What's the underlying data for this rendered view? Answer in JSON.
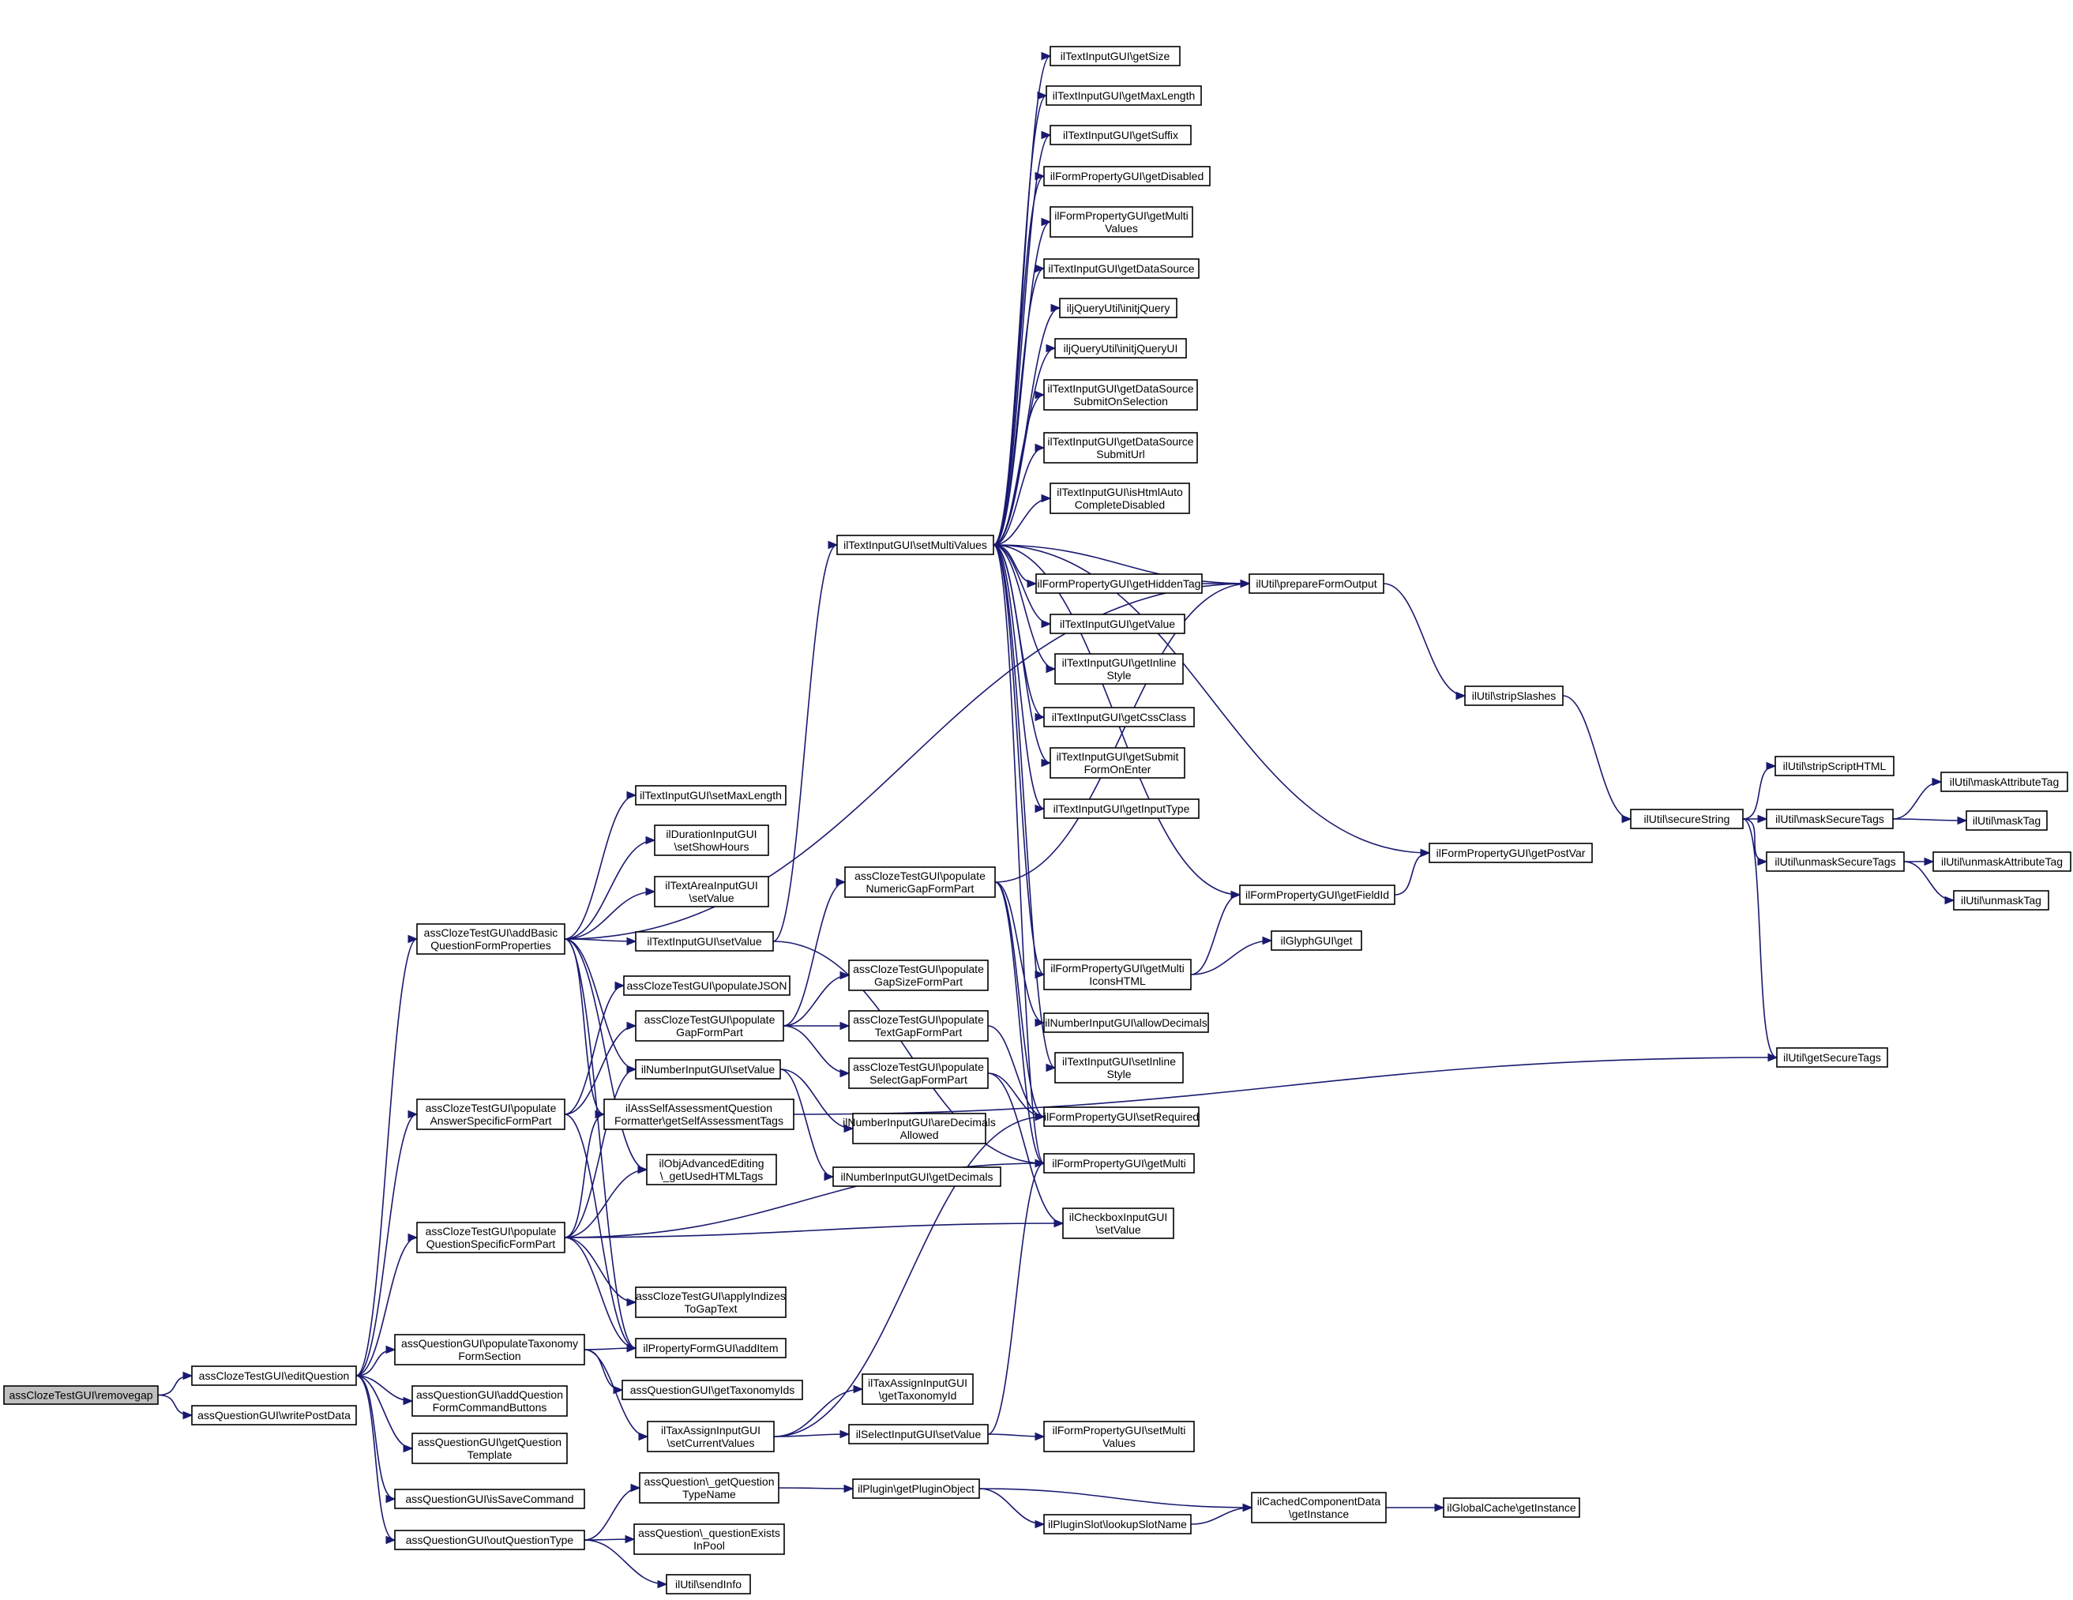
{
  "nodes": [
    {
      "id": "removegap",
      "lines": [
        "assClozeTestGUI\\removegap"
      ],
      "root": true
    },
    {
      "id": "editQuestion",
      "lines": [
        "assClozeTestGUI\\editQuestion"
      ]
    },
    {
      "id": "writePostData",
      "lines": [
        "assQuestionGUI\\writePostData"
      ]
    },
    {
      "id": "addBasic",
      "lines": [
        "assClozeTestGUI\\addBasic",
        "QuestionFormProperties"
      ]
    },
    {
      "id": "populateAnswer",
      "lines": [
        "assClozeTestGUI\\populate",
        "AnswerSpecificFormPart"
      ]
    },
    {
      "id": "populateQuestion",
      "lines": [
        "assClozeTestGUI\\populate",
        "QuestionSpecificFormPart"
      ]
    },
    {
      "id": "populateTaxonomy",
      "lines": [
        "assQuestionGUI\\populateTaxonomy",
        "FormSection"
      ]
    },
    {
      "id": "addQuestionFormCommand",
      "lines": [
        "assQuestionGUI\\addQuestion",
        "FormCommandButtons"
      ]
    },
    {
      "id": "getQuestionTemplate",
      "lines": [
        "assQuestionGUI\\getQuestion",
        "Template"
      ]
    },
    {
      "id": "isSaveCommand",
      "lines": [
        "assQuestionGUI\\isSaveCommand"
      ]
    },
    {
      "id": "outQuestionType",
      "lines": [
        "assQuestionGUI\\outQuestionType"
      ]
    },
    {
      "id": "tiSetMaxLength",
      "lines": [
        "ilTextInputGUI\\setMaxLength"
      ]
    },
    {
      "id": "durSetShowHours",
      "lines": [
        "ilDurationInputGUI",
        "\\setShowHours"
      ]
    },
    {
      "id": "taSetValue",
      "lines": [
        "ilTextAreaInputGUI",
        "\\setValue"
      ]
    },
    {
      "id": "tiSetValue",
      "lines": [
        "ilTextInputGUI\\setValue"
      ]
    },
    {
      "id": "populateJSON",
      "lines": [
        "assClozeTestGUI\\populateJSON"
      ]
    },
    {
      "id": "populateGapFormPart",
      "lines": [
        "assClozeTestGUI\\populate",
        "GapFormPart"
      ]
    },
    {
      "id": "numSetValue",
      "lines": [
        "ilNumberInputGUI\\setValue"
      ]
    },
    {
      "id": "selfAssessment",
      "lines": [
        "ilAssSelfAssessmentQuestion",
        "Formatter\\getSelfAssessmentTags"
      ]
    },
    {
      "id": "objAdvanced",
      "lines": [
        "ilObjAdvancedEditing",
        "\\_getUsedHTMLTags"
      ]
    },
    {
      "id": "applyIndizes",
      "lines": [
        "assClozeTestGUI\\applyIndizes",
        "ToGapText"
      ]
    },
    {
      "id": "addItem",
      "lines": [
        "ilPropertyFormGUI\\addItem"
      ]
    },
    {
      "id": "getTaxonomyIds",
      "lines": [
        "assQuestionGUI\\getTaxonomyIds"
      ]
    },
    {
      "id": "taxSetCurrent",
      "lines": [
        "ilTaxAssignInputGUI",
        "\\setCurrentValues"
      ]
    },
    {
      "id": "getQuestionTypeName",
      "lines": [
        "assQuestion\\_getQuestion",
        "TypeName"
      ]
    },
    {
      "id": "questionExistsInPool",
      "lines": [
        "assQuestion\\_questionExists",
        "InPool"
      ]
    },
    {
      "id": "sendInfo",
      "lines": [
        "ilUtil\\sendInfo"
      ]
    },
    {
      "id": "tiSetMultiValues",
      "lines": [
        "ilTextInputGUI\\setMultiValues"
      ]
    },
    {
      "id": "populateNumeric",
      "lines": [
        "assClozeTestGUI\\populate",
        "NumericGapFormPart"
      ]
    },
    {
      "id": "populateGapSize",
      "lines": [
        "assClozeTestGUI\\populate",
        "GapSizeFormPart"
      ]
    },
    {
      "id": "populateTextGap",
      "lines": [
        "assClozeTestGUI\\populate",
        "TextGapFormPart"
      ]
    },
    {
      "id": "populateSelectGap",
      "lines": [
        "assClozeTestGUI\\populate",
        "SelectGapFormPart"
      ]
    },
    {
      "id": "numAreDecimals",
      "lines": [
        "ilNumberInputGUI\\areDecimals",
        "Allowed"
      ]
    },
    {
      "id": "numGetDecimals",
      "lines": [
        "ilNumberInputGUI\\getDecimals"
      ]
    },
    {
      "id": "taxGetTaxonomyId",
      "lines": [
        "ilTaxAssignInputGUI",
        "\\getTaxonomyId"
      ]
    },
    {
      "id": "selectSetValue",
      "lines": [
        "ilSelectInputGUI\\setValue"
      ]
    },
    {
      "id": "pluginGetPluginObject",
      "lines": [
        "ilPlugin\\getPluginObject"
      ]
    },
    {
      "id": "pluginSlotLookup",
      "lines": [
        "ilPluginSlot\\lookupSlotName"
      ]
    },
    {
      "id": "tiGetSize",
      "lines": [
        "ilTextInputGUI\\getSize"
      ]
    },
    {
      "id": "tiGetMaxLength",
      "lines": [
        "ilTextInputGUI\\getMaxLength"
      ]
    },
    {
      "id": "tiGetSuffix",
      "lines": [
        "ilTextInputGUI\\getSuffix"
      ]
    },
    {
      "id": "fpGetDisabled",
      "lines": [
        "ilFormPropertyGUI\\getDisabled"
      ]
    },
    {
      "id": "fpGetMultiValues",
      "lines": [
        "ilFormPropertyGUI\\getMulti",
        "Values"
      ]
    },
    {
      "id": "tiGetDataSource",
      "lines": [
        "ilTextInputGUI\\getDataSource"
      ]
    },
    {
      "id": "jqInitjQuery",
      "lines": [
        "iljQueryUtil\\initjQuery"
      ]
    },
    {
      "id": "jqInitjQueryUI",
      "lines": [
        "iljQueryUtil\\initjQueryUI"
      ]
    },
    {
      "id": "tiGetDSSubmitOnSel",
      "lines": [
        "ilTextInputGUI\\getDataSource",
        "SubmitOnSelection"
      ]
    },
    {
      "id": "tiGetDSSubmitUrl",
      "lines": [
        "ilTextInputGUI\\getDataSource",
        "SubmitUrl"
      ]
    },
    {
      "id": "tiIsHtmlAuto",
      "lines": [
        "ilTextInputGUI\\isHtmlAuto",
        "CompleteDisabled"
      ]
    },
    {
      "id": "fpGetHiddenTag",
      "lines": [
        "ilFormPropertyGUI\\getHiddenTag"
      ]
    },
    {
      "id": "tiGetValue",
      "lines": [
        "ilTextInputGUI\\getValue"
      ]
    },
    {
      "id": "tiGetInlineStyle",
      "lines": [
        "ilTextInputGUI\\getInline",
        "Style"
      ]
    },
    {
      "id": "tiGetCssClass",
      "lines": [
        "ilTextInputGUI\\getCssClass"
      ]
    },
    {
      "id": "tiGetSubmitFormOnEnter",
      "lines": [
        "ilTextInputGUI\\getSubmit",
        "FormOnEnter"
      ]
    },
    {
      "id": "tiGetInputType",
      "lines": [
        "ilTextInputGUI\\getInputType"
      ]
    },
    {
      "id": "fpGetMultiIconsHTML",
      "lines": [
        "ilFormPropertyGUI\\getMulti",
        "IconsHTML"
      ]
    },
    {
      "id": "numAllowDecimals",
      "lines": [
        "ilNumberInputGUI\\allowDecimals"
      ]
    },
    {
      "id": "tiSetInlineStyle",
      "lines": [
        "ilTextInputGUI\\setInline",
        "Style"
      ]
    },
    {
      "id": "fpSetRequired",
      "lines": [
        "ilFormPropertyGUI\\setRequired"
      ]
    },
    {
      "id": "fpGetMulti",
      "lines": [
        "ilFormPropertyGUI\\getMulti"
      ]
    },
    {
      "id": "cbSetValue",
      "lines": [
        "ilCheckboxInputGUI",
        "\\setValue"
      ]
    },
    {
      "id": "fpSetMultiValues",
      "lines": [
        "ilFormPropertyGUI\\setMulti",
        "Values"
      ]
    },
    {
      "id": "prepareFormOutput",
      "lines": [
        "ilUtil\\prepareFormOutput"
      ]
    },
    {
      "id": "fpGetFieldId",
      "lines": [
        "ilFormPropertyGUI\\getFieldId"
      ]
    },
    {
      "id": "glyphGet",
      "lines": [
        "ilGlyphGUI\\get"
      ]
    },
    {
      "id": "cachedGetInstance",
      "lines": [
        "ilCachedComponentData",
        "\\getInstance"
      ]
    },
    {
      "id": "stripSlashes",
      "lines": [
        "ilUtil\\stripSlashes"
      ]
    },
    {
      "id": "fpGetPostVar",
      "lines": [
        "ilFormPropertyGUI\\getPostVar"
      ]
    },
    {
      "id": "globalCacheGetInstance",
      "lines": [
        "ilGlobalCache\\getInstance"
      ]
    },
    {
      "id": "secureString",
      "lines": [
        "ilUtil\\secureString"
      ]
    },
    {
      "id": "getSecureTags",
      "lines": [
        "ilUtil\\getSecureTags"
      ]
    },
    {
      "id": "stripScriptHTML",
      "lines": [
        "ilUtil\\stripScriptHTML"
      ]
    },
    {
      "id": "maskSecureTags",
      "lines": [
        "ilUtil\\maskSecureTags"
      ]
    },
    {
      "id": "unmaskSecureTags",
      "lines": [
        "ilUtil\\unmaskSecureTags"
      ]
    },
    {
      "id": "maskAttributeTag",
      "lines": [
        "ilUtil\\maskAttributeTag"
      ]
    },
    {
      "id": "maskTag",
      "lines": [
        "ilUtil\\maskTag"
      ]
    },
    {
      "id": "unmaskAttributeTag",
      "lines": [
        "ilUtil\\unmaskAttributeTag"
      ]
    },
    {
      "id": "unmaskTag",
      "lines": [
        "ilUtil\\unmaskTag"
      ]
    }
  ],
  "edges": [
    [
      "removegap",
      "editQuestion"
    ],
    [
      "removegap",
      "writePostData"
    ],
    [
      "editQuestion",
      "addBasic"
    ],
    [
      "editQuestion",
      "populateAnswer"
    ],
    [
      "editQuestion",
      "populateQuestion"
    ],
    [
      "editQuestion",
      "populateTaxonomy"
    ],
    [
      "editQuestion",
      "addQuestionFormCommand"
    ],
    [
      "editQuestion",
      "getQuestionTemplate"
    ],
    [
      "editQuestion",
      "isSaveCommand"
    ],
    [
      "editQuestion",
      "outQuestionType"
    ],
    [
      "addBasic",
      "prepareFormOutput"
    ],
    [
      "addBasic",
      "tiSetMaxLength"
    ],
    [
      "addBasic",
      "durSetShowHours"
    ],
    [
      "addBasic",
      "taSetValue"
    ],
    [
      "addBasic",
      "tiSetValue"
    ],
    [
      "addBasic",
      "numSetValue"
    ],
    [
      "addBasic",
      "selfAssessment"
    ],
    [
      "addBasic",
      "objAdvanced"
    ],
    [
      "addBasic",
      "addItem"
    ],
    [
      "populateAnswer",
      "populateJSON"
    ],
    [
      "populateAnswer",
      "populateGapFormPart"
    ],
    [
      "populateAnswer",
      "addItem"
    ],
    [
      "populateQuestion",
      "numSetValue"
    ],
    [
      "populateQuestion",
      "selfAssessment"
    ],
    [
      "populateQuestion",
      "objAdvanced"
    ],
    [
      "populateQuestion",
      "fpGetMulti"
    ],
    [
      "populateQuestion",
      "cbSetValue"
    ],
    [
      "populateQuestion",
      "applyIndizes"
    ],
    [
      "populateQuestion",
      "addItem"
    ],
    [
      "populateTaxonomy",
      "addItem"
    ],
    [
      "populateTaxonomy",
      "getTaxonomyIds"
    ],
    [
      "populateTaxonomy",
      "taxSetCurrent"
    ],
    [
      "outQuestionType",
      "getQuestionTypeName"
    ],
    [
      "outQuestionType",
      "questionExistsInPool"
    ],
    [
      "outQuestionType",
      "sendInfo"
    ],
    [
      "tiSetValue",
      "tiSetMultiValues"
    ],
    [
      "tiSetValue",
      "fpGetMulti"
    ],
    [
      "populateGapFormPart",
      "populateNumeric"
    ],
    [
      "populateGapFormPart",
      "populateGapSize"
    ],
    [
      "populateGapFormPart",
      "populateTextGap"
    ],
    [
      "populateGapFormPart",
      "populateSelectGap"
    ],
    [
      "numSetValue",
      "numAreDecimals"
    ],
    [
      "numSetValue",
      "numGetDecimals"
    ],
    [
      "selfAssessment",
      "getSecureTags"
    ],
    [
      "taxSetCurrent",
      "taxGetTaxonomyId"
    ],
    [
      "taxSetCurrent",
      "selectSetValue"
    ],
    [
      "taxSetCurrent",
      "fpSetRequired"
    ],
    [
      "getQuestionTypeName",
      "pluginGetPluginObject"
    ],
    [
      "tiSetMultiValues",
      "tiGetSize"
    ],
    [
      "tiSetMultiValues",
      "tiGetMaxLength"
    ],
    [
      "tiSetMultiValues",
      "tiGetSuffix"
    ],
    [
      "tiSetMultiValues",
      "fpGetDisabled"
    ],
    [
      "tiSetMultiValues",
      "fpGetMultiValues"
    ],
    [
      "tiSetMultiValues",
      "tiGetDataSource"
    ],
    [
      "tiSetMultiValues",
      "jqInitjQuery"
    ],
    [
      "tiSetMultiValues",
      "jqInitjQueryUI"
    ],
    [
      "tiSetMultiValues",
      "tiGetDSSubmitOnSel"
    ],
    [
      "tiSetMultiValues",
      "tiGetDSSubmitUrl"
    ],
    [
      "tiSetMultiValues",
      "tiIsHtmlAuto"
    ],
    [
      "tiSetMultiValues",
      "prepareFormOutput"
    ],
    [
      "tiSetMultiValues",
      "fpGetHiddenTag"
    ],
    [
      "tiSetMultiValues",
      "tiGetValue"
    ],
    [
      "tiSetMultiValues",
      "tiGetInlineStyle"
    ],
    [
      "tiSetMultiValues",
      "tiGetCssClass"
    ],
    [
      "tiSetMultiValues",
      "tiGetSubmitFormOnEnter"
    ],
    [
      "tiSetMultiValues",
      "tiGetInputType"
    ],
    [
      "tiSetMultiValues",
      "fpGetPostVar"
    ],
    [
      "tiSetMultiValues",
      "fpGetFieldId"
    ],
    [
      "tiSetMultiValues",
      "fpGetMultiIconsHTML"
    ],
    [
      "tiSetMultiValues",
      "tiSetInlineStyle"
    ],
    [
      "tiSetMultiValues",
      "fpGetMulti"
    ],
    [
      "populateNumeric",
      "prepareFormOutput"
    ],
    [
      "populateNumeric",
      "numAllowDecimals"
    ],
    [
      "populateNumeric",
      "fpSetRequired"
    ],
    [
      "populateNumeric",
      "fpGetMulti"
    ],
    [
      "populateTextGap",
      "fpSetRequired"
    ],
    [
      "populateSelectGap",
      "fpSetRequired"
    ],
    [
      "populateSelectGap",
      "cbSetValue"
    ],
    [
      "selectSetValue",
      "fpSetMultiValues"
    ],
    [
      "selectSetValue",
      "fpGetMulti"
    ],
    [
      "pluginGetPluginObject",
      "pluginSlotLookup"
    ],
    [
      "pluginGetPluginObject",
      "cachedGetInstance"
    ],
    [
      "pluginSlotLookup",
      "cachedGetInstance"
    ],
    [
      "fpGetHiddenTag",
      "prepareFormOutput"
    ],
    [
      "fpGetMultiIconsHTML",
      "fpGetFieldId"
    ],
    [
      "fpGetMultiIconsHTML",
      "glyphGet"
    ],
    [
      "fpGetFieldId",
      "fpGetPostVar"
    ],
    [
      "prepareFormOutput",
      "stripSlashes"
    ],
    [
      "cachedGetInstance",
      "globalCacheGetInstance"
    ],
    [
      "stripSlashes",
      "secureString"
    ],
    [
      "secureString",
      "stripScriptHTML"
    ],
    [
      "secureString",
      "maskSecureTags"
    ],
    [
      "secureString",
      "unmaskSecureTags"
    ],
    [
      "secureString",
      "getSecureTags"
    ],
    [
      "maskSecureTags",
      "maskAttributeTag"
    ],
    [
      "maskSecureTags",
      "maskTag"
    ],
    [
      "unmaskSecureTags",
      "unmaskAttributeTag"
    ],
    [
      "unmaskSecureTags",
      "unmaskTag"
    ]
  ]
}
